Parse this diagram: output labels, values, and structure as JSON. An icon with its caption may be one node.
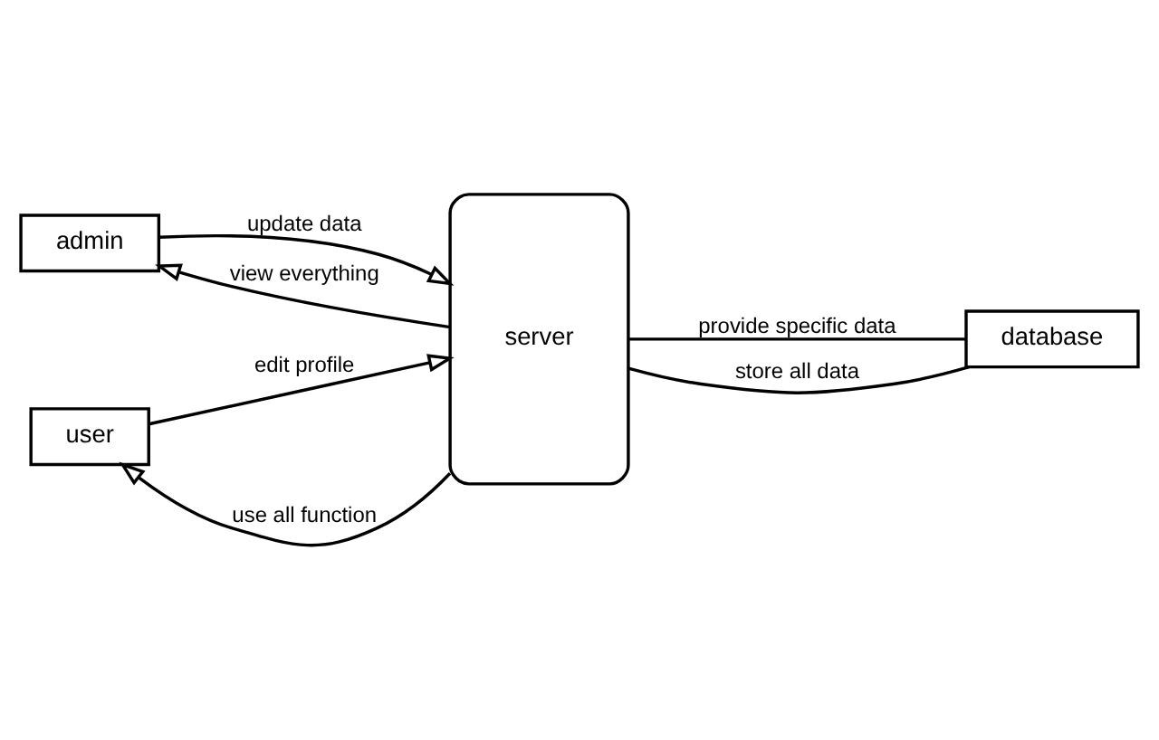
{
  "diagram": {
    "nodes": [
      {
        "text": [
          "admin"
        ]
      },
      {
        "text": [
          "database"
        ]
      },
      {
        "text": [
          "server"
        ]
      },
      {
        "text": [
          "user"
        ]
      }
    ],
    "edges": [
      {
        "from": 0,
        "to": 2,
        "arrow": "to",
        "label": "update data"
      },
      {
        "from": 2,
        "to": 0,
        "arrow": "to",
        "label": "view everything"
      },
      {
        "from": 2,
        "to": 1,
        "arrow": "none",
        "label": "provide specific data"
      },
      {
        "from": 2,
        "to": 1,
        "arrow": "none",
        "label": "store all data"
      },
      {
        "from": 2,
        "to": 3,
        "arrow": "to",
        "label": "use all function"
      },
      {
        "from": 3,
        "to": 2,
        "arrow": "to",
        "label": "edit profile"
      }
    ]
  }
}
